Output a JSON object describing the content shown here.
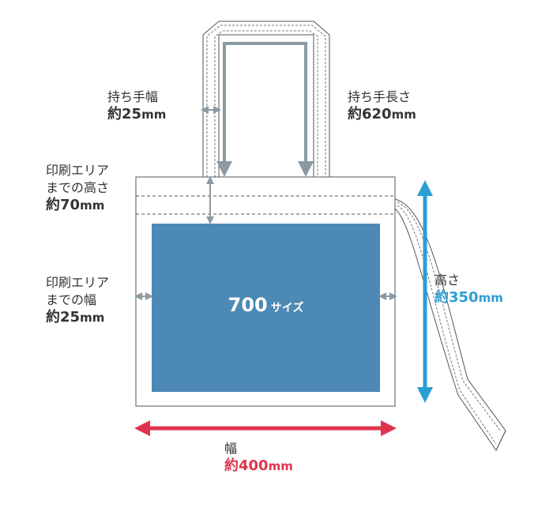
{
  "handle_width": {
    "title": "持ち手幅",
    "value": "約25",
    "unit": "mm"
  },
  "handle_length": {
    "title": "持ち手長さ",
    "value": "約620",
    "unit": "mm"
  },
  "print_top": {
    "line1": "印刷エリア",
    "line2": "までの高さ",
    "value": "約70",
    "unit": "mm"
  },
  "print_side": {
    "line1": "印刷エリア",
    "line2": "までの幅",
    "value": "約25",
    "unit": "mm"
  },
  "print_area": {
    "number": "700",
    "suffix": "サイズ"
  },
  "bag_height": {
    "title": "高さ",
    "value": "約350",
    "unit": "mm"
  },
  "bag_width": {
    "title": "幅",
    "value": "約400",
    "unit": "mm"
  },
  "colors": {
    "outline": "#555555",
    "print_area": "#4d89b5",
    "dimension_gray": "#8a9aa3",
    "height_accent": "#2a9fd2",
    "width_accent": "#e0334e",
    "text": "#333333"
  }
}
